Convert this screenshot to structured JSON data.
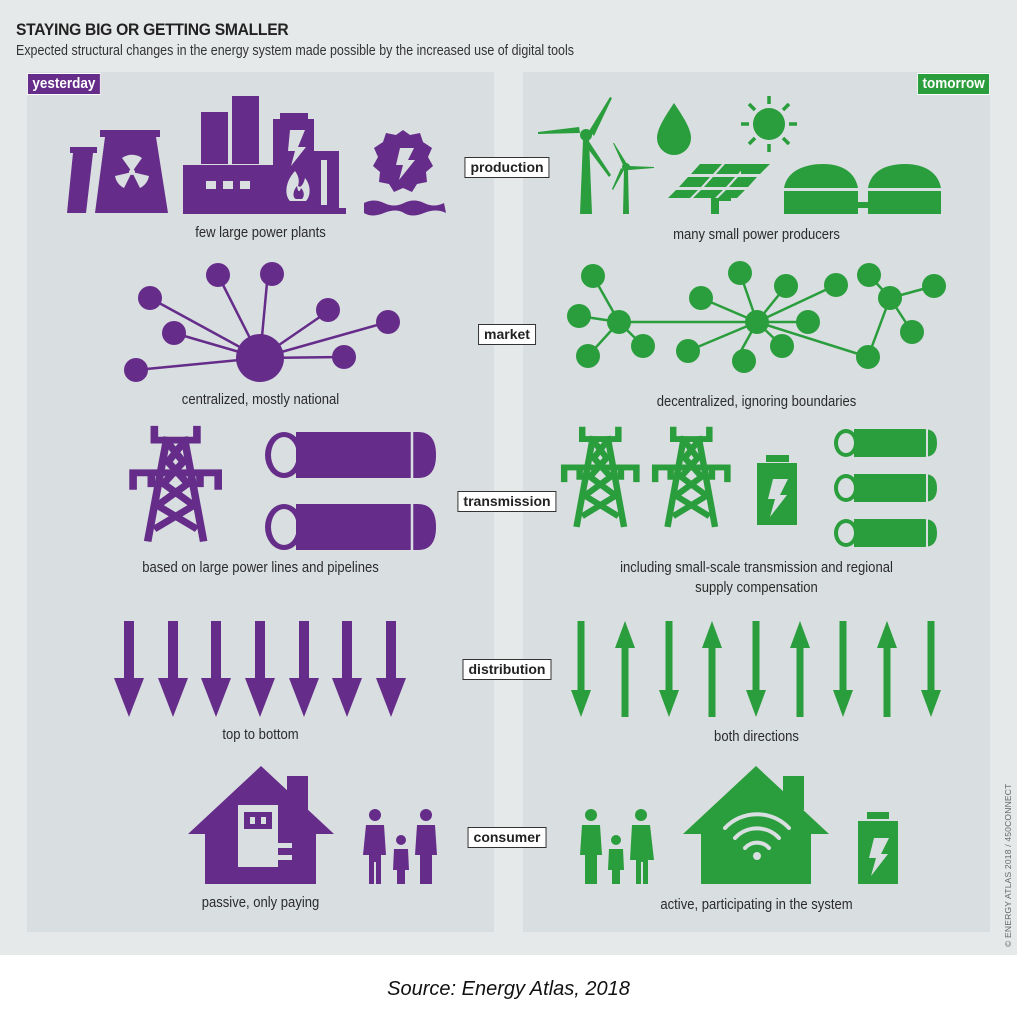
{
  "header": {
    "title": "STAYING BIG OR GETTING SMALLER",
    "subtitle": "Expected structural changes in the energy system made possible by the increased use of digital tools"
  },
  "columns": {
    "left": {
      "label": "yesterday",
      "color": "#652c8a"
    },
    "right": {
      "label": "tomorrow",
      "color": "#2a9d3c"
    }
  },
  "rows": [
    {
      "category": "production",
      "yesterday": "few large power plants",
      "tomorrow": "many small power producers"
    },
    {
      "category": "market",
      "yesterday": "centralized, mostly national",
      "tomorrow": "decentralized, ignoring boundaries"
    },
    {
      "category": "transmission",
      "yesterday": "based on large power lines and pipelines",
      "tomorrow": "including small-scale transmission and regional supply compensation"
    },
    {
      "category": "distribution",
      "yesterday": "top to bottom",
      "tomorrow": "both directions"
    },
    {
      "category": "consumer",
      "yesterday": "passive, only paying",
      "tomorrow": "active, participating in the system"
    }
  ],
  "icons": {
    "production_yesterday": [
      "nuclear-plant-icon",
      "fossil-power-plant-icon",
      "hydro-turbine-icon"
    ],
    "production_tomorrow": [
      "wind-turbine-icon",
      "water-drop-icon",
      "sun-icon",
      "solar-panel-icon",
      "biogas-dome-icon"
    ],
    "market_yesterday": [
      "centralized-network-icon"
    ],
    "market_tomorrow": [
      "decentralized-network-icon"
    ],
    "transmission_yesterday": [
      "power-pylon-icon",
      "pipeline-icon"
    ],
    "transmission_tomorrow": [
      "power-pylon-icon",
      "battery-icon",
      "pipeline-icon"
    ],
    "distribution_yesterday": [
      "down-arrow-icon"
    ],
    "distribution_tomorrow": [
      "up-down-arrows-icon"
    ],
    "consumer_yesterday": [
      "house-meter-icon",
      "family-icon"
    ],
    "consumer_tomorrow": [
      "family-icon",
      "house-wifi-icon",
      "battery-icon"
    ]
  },
  "distribution": {
    "yesterday_arrows": 7,
    "tomorrow_arrows": 9
  },
  "credit": "© ENERGY ATLAS 2018 / 450CONNECT",
  "source": "Source: Energy Atlas, 2018"
}
